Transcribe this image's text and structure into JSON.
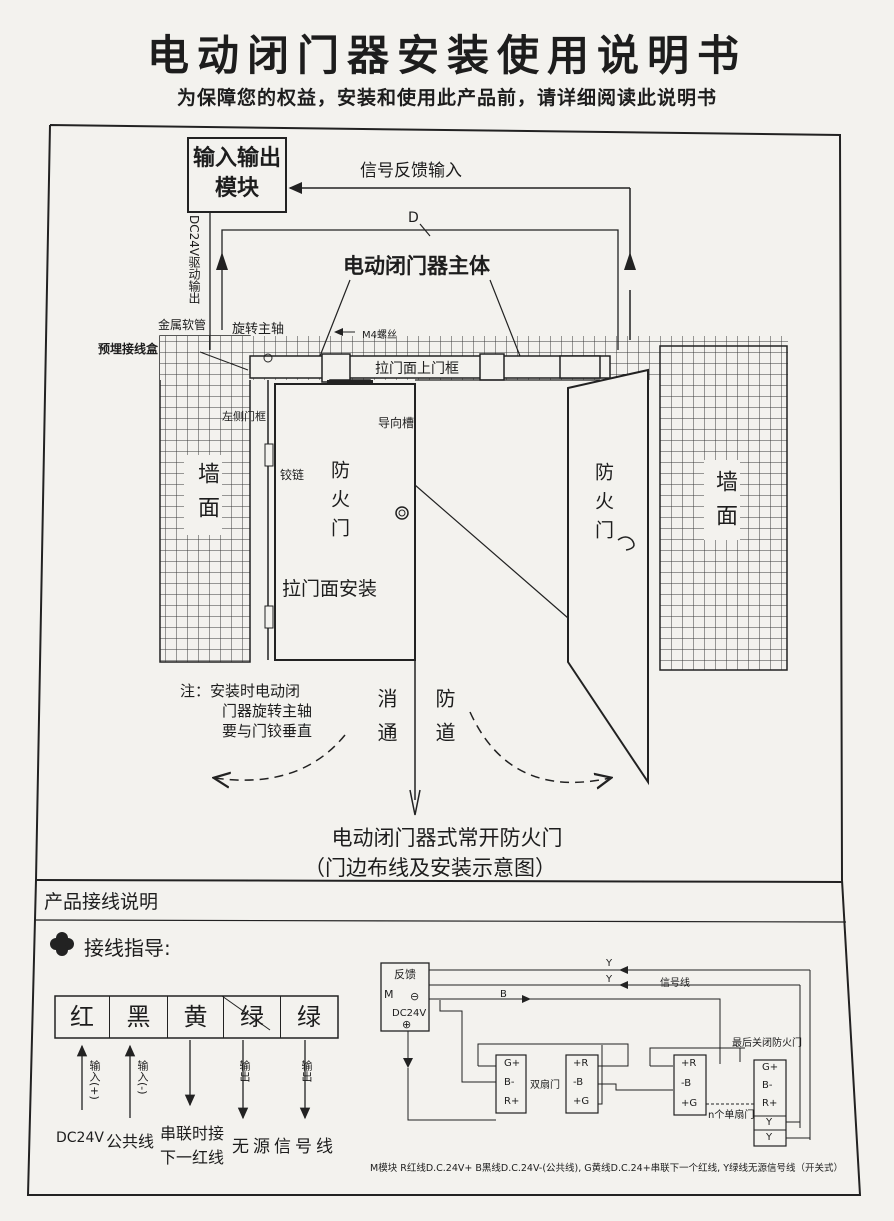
{
  "header": {
    "title": "电动闭门器安装使用说明书",
    "subtitle": "为保障您的权益，安装和使用此产品前，请详细阅读此说明书"
  },
  "installation_diagram": {
    "io_module": [
      "输入输出",
      "模块"
    ],
    "signal_feedback": "信号反馈输入",
    "dc_drive_output": "DC24V驱动输出",
    "d_label": "D",
    "main_body": "电动闭门器主体",
    "metal_hose": "金属软管",
    "rotating_shaft": "旋转主轴",
    "embedded_box": "预埋接线盒",
    "screw": "M4螺丝",
    "frame_label": "拉门面上门框",
    "guide_groove": "导向槽",
    "left_frame": "左侧门框",
    "hinge": "铰链",
    "wall": "墙面",
    "fire_door": "防火门",
    "pull_side": "拉门面安装",
    "note": [
      "注：安装时电动闭",
      "门器旋转主轴",
      "要与门铰垂直"
    ],
    "passage_left": "消通",
    "passage_right": "防道",
    "caption": [
      "电动闭门器式常开防火门",
      "（门边布线及安装示意图）"
    ]
  },
  "wiring": {
    "section_title": "产品接线说明",
    "guide_title": "接线指导:",
    "colors": [
      "红",
      "黑",
      "黄",
      "绿",
      "绿"
    ],
    "arrow_labels": [
      "输入(+)",
      "输入(-)",
      "输出",
      "输出"
    ],
    "bottom_labels": {
      "dc": "DC24V",
      "common": "公共线",
      "serial": [
        "串联时接",
        "下一红线"
      ],
      "passive": "无源信号线"
    },
    "schematic": {
      "feedback": "反馈",
      "m": "M",
      "minus": "⊖",
      "dc": "DC24V",
      "plus": "⊕",
      "y": "Y",
      "b": "B",
      "signal_line": "信号线",
      "last_door": "最后关闭防火门",
      "double_door": "双扇门",
      "single_doors": "n个单扇门",
      "terminal_a": [
        "G+",
        "B-",
        "R+"
      ],
      "terminal_b": [
        "+R",
        "-B",
        "+G"
      ],
      "terminal_c": [
        "+R",
        "-B",
        "+G"
      ],
      "terminal_d": [
        "G+",
        "B-",
        "R+",
        "Y",
        "Y"
      ],
      "legend": "M模块  R红线D.C.24V+  B黑线D.C.24V-(公共线),   G黄线D.C.24+串联下一个红线, Y绿线无源信号线（开关式）"
    }
  }
}
